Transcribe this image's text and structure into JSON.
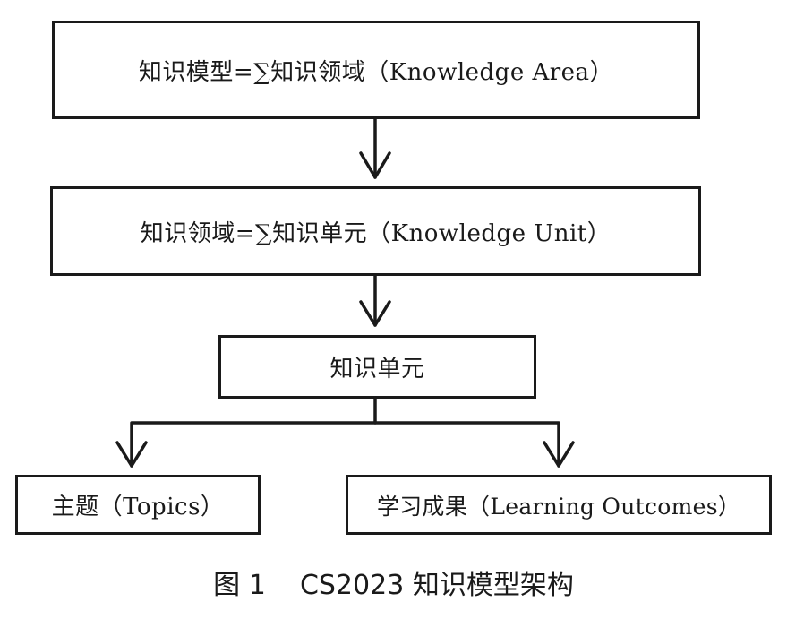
{
  "boxes": {
    "knowledge_model": "知识模型=∑知识领域（Knowledge Area）",
    "knowledge_area": "知识领域=∑知识单元（Knowledge Unit）",
    "knowledge_unit": "知识单元",
    "topics": "主题（Topics）",
    "learning_outcomes": "学习成果（Learning Outcomes）"
  },
  "caption": "图 1    CS2023 知识模型架构"
}
